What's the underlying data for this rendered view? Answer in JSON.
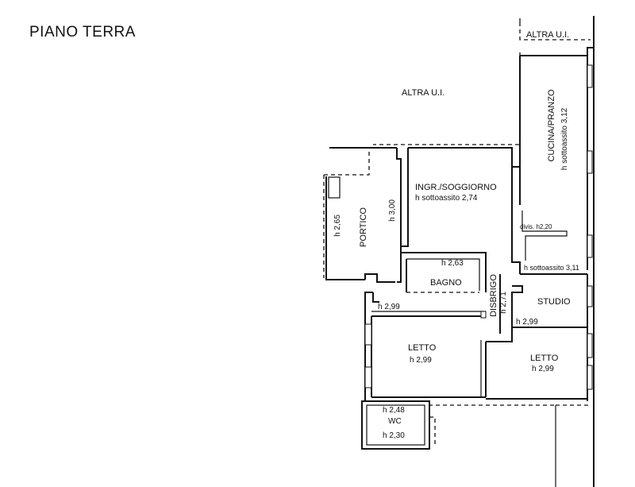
{
  "title": "PIANO TERRA",
  "labels": {
    "altra_ui_top": "ALTRA U.I.",
    "altra_ui_mid": "ALTRA U.I.",
    "cucina_name": "CUCINA/PRANZO",
    "cucina_height": "h sottoassito 3,12",
    "soggiorno_name": "INGR./SOGGIORNO",
    "soggiorno_height": "h sottoassito 2,74",
    "portico_name": "PORTICO",
    "portico_h1": "h 2,65",
    "portico_h2": "h 3,00",
    "divis_height": "divis. h2,20",
    "sottoassito_311": "h sottoassito 3,11",
    "bagno_height": "h 2,63",
    "bagno_name": "BAGNO",
    "disbrigo_name": "DISBRIGO",
    "disbrigo_height": "h 2,71",
    "corridoio_height": "h 2,99",
    "studio_name": "STUDIO",
    "studio_height": "h 2,99",
    "letto1_name": "LETTO",
    "letto1_height": "h 2,99",
    "letto2_name": "LETTO",
    "letto2_height": "h 2,99",
    "wc_h1": "h 2,48",
    "wc_name": "WC",
    "wc_h2": "h 2,30"
  }
}
